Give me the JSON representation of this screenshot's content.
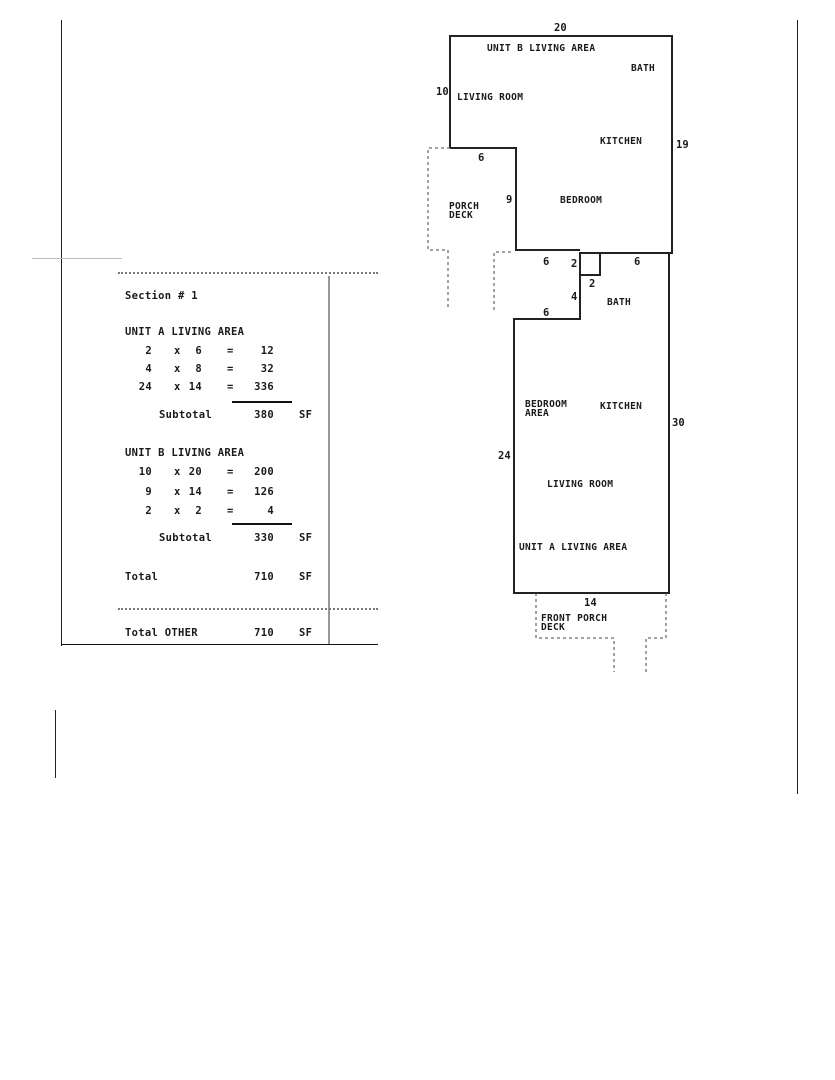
{
  "calc": {
    "section": "Section # 1",
    "unit_a": {
      "heading": "UNIT A LIVING AREA",
      "rows": [
        {
          "w": "2",
          "x": "x",
          "d": "6",
          "eq": "=",
          "area": "12"
        },
        {
          "w": "4",
          "x": "x",
          "d": "8",
          "eq": "=",
          "area": "32"
        },
        {
          "w": "24",
          "x": "x",
          "d": "14",
          "eq": "=",
          "area": "336"
        }
      ],
      "subtotal_label": "Subtotal",
      "subtotal_value": "380",
      "unit": "SF"
    },
    "unit_b": {
      "heading": "UNIT B LIVING AREA",
      "rows": [
        {
          "w": "10",
          "x": "x",
          "d": "20",
          "eq": "=",
          "area": "200"
        },
        {
          "w": "9",
          "x": "x",
          "d": "14",
          "eq": "=",
          "area": "126"
        },
        {
          "w": "2",
          "x": "x",
          "d": "2",
          "eq": "=",
          "area": "4"
        }
      ],
      "subtotal_label": "Subtotal",
      "subtotal_value": "330",
      "unit": "SF"
    },
    "total_label": "Total",
    "total_value": "710",
    "total_unit": "SF",
    "total_other_label": "Total OTHER",
    "total_other_value": "710",
    "total_other_unit": "SF"
  },
  "plan": {
    "labels": {
      "unit_b_area": "UNIT B LIVING AREA",
      "bath_b": "BATH",
      "living_b": "LIVING ROOM",
      "kitchen_b": "KITCHEN",
      "porch_deck": "PORCH DECK",
      "bedroom_b": "BEDROOM",
      "bath_a": "BATH",
      "bedroom_area": "BEDROOM AREA",
      "kitchen_a": "KITCHEN",
      "living_a": "LIVING ROOM",
      "unit_a_area": "UNIT A LIVING AREA",
      "front_porch_deck": "FRONT PORCH DECK"
    },
    "dims": {
      "top": "20",
      "left_top": "10",
      "right_top": "19",
      "porch_top": "6",
      "porch_side": "9",
      "mid_6a": "6",
      "mid_2a": "2",
      "mid_2b": "2",
      "mid_6b": "6",
      "mid_4": "4",
      "mid_6c": "6",
      "right_bottom": "30",
      "left_bottom": "24",
      "bottom": "14"
    }
  }
}
